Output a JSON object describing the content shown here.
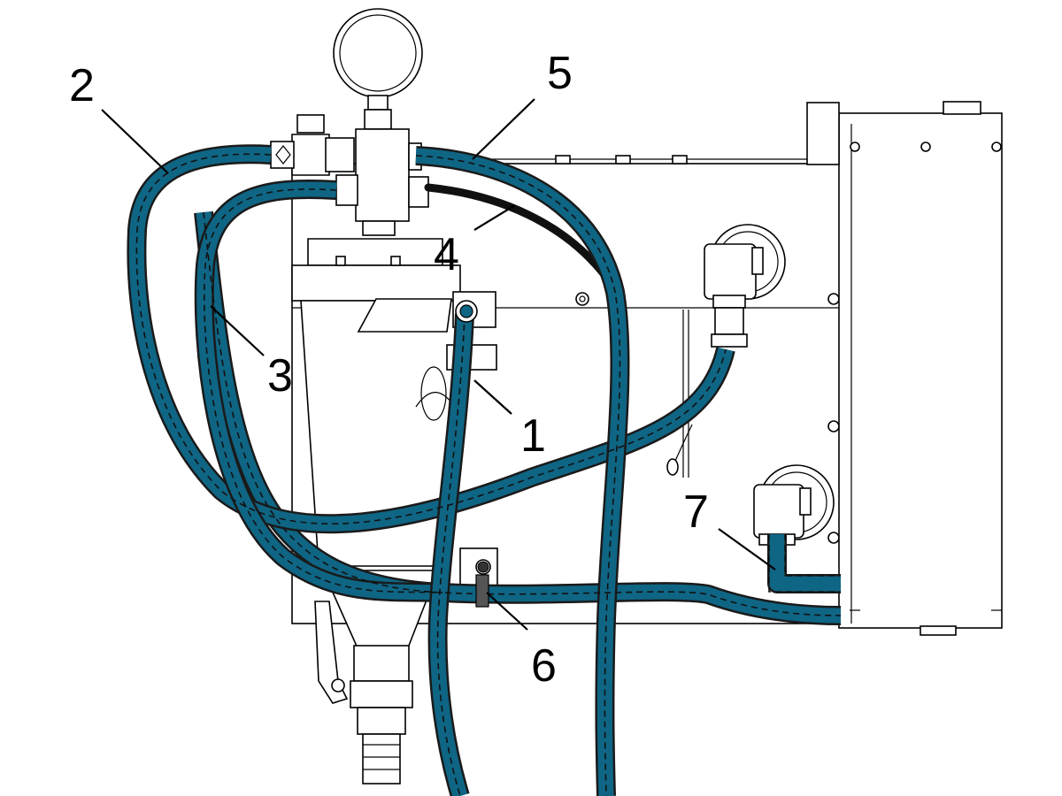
{
  "colors": {
    "hose": "#0f6584",
    "outline": "#000000",
    "background": "#ffffff",
    "drain_hose": "#111111"
  },
  "callouts": [
    {
      "id": "1",
      "label": "1"
    },
    {
      "id": "2",
      "label": "2"
    },
    {
      "id": "3",
      "label": "3"
    },
    {
      "id": "4",
      "label": "4"
    },
    {
      "id": "5",
      "label": "5"
    },
    {
      "id": "6",
      "label": "6"
    },
    {
      "id": "7",
      "label": "7"
    }
  ]
}
